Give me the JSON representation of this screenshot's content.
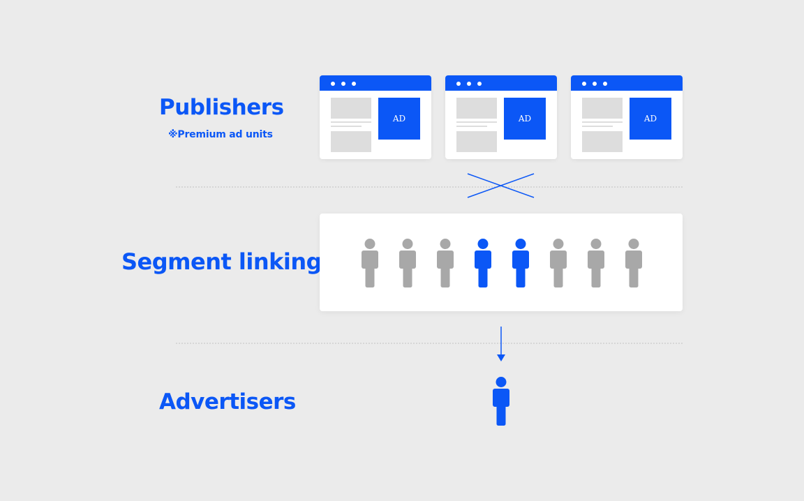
{
  "publishers": {
    "title": "Publishers",
    "note": "※Premium ad units",
    "ad_label": "AD",
    "browser_count": 3
  },
  "segment": {
    "title": "Segment linking",
    "people": [
      "inactive",
      "inactive",
      "inactive",
      "active",
      "active",
      "inactive",
      "inactive",
      "inactive"
    ]
  },
  "advertisers": {
    "title": "Advertisers"
  },
  "colors": {
    "brand": "#0b57f6",
    "inactive": "#a8a8a8",
    "placeholder": "#dddddd",
    "background": "#ebebeb"
  }
}
